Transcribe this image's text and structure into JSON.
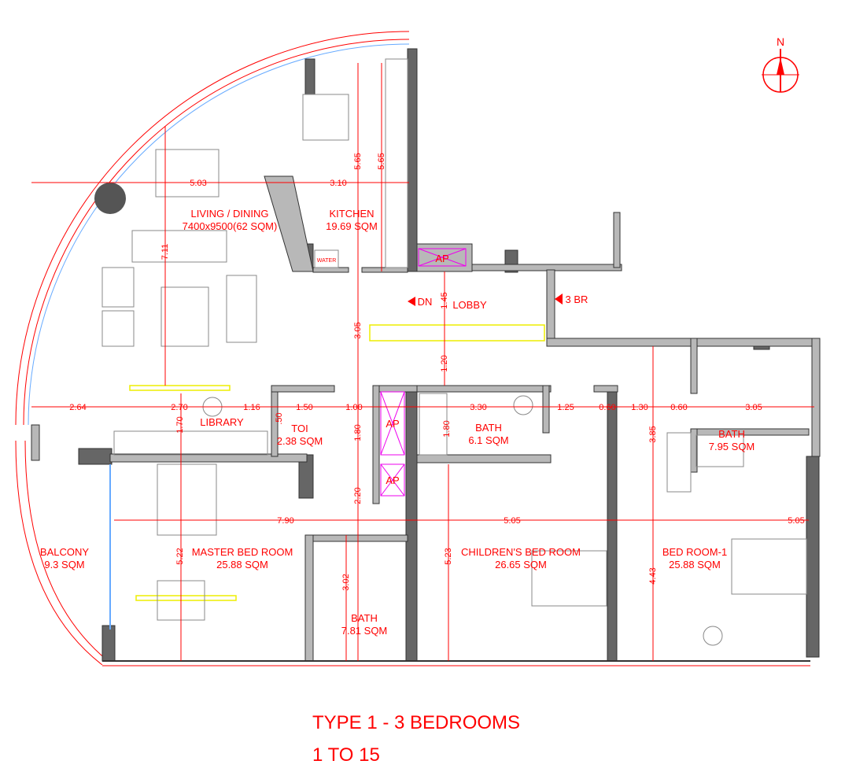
{
  "rooms": [
    {
      "name": "LIVING / DINING",
      "area": "7400x9500(62 SQM)"
    },
    {
      "name": "KITCHEN",
      "area": "19.69 SQM"
    },
    {
      "name": "LIBRARY",
      "area": ""
    },
    {
      "name": "TOI",
      "area": "2.38 SQM"
    },
    {
      "name": "BATH",
      "area": "6.1 SQM"
    },
    {
      "name": "BATH",
      "area": "7.95 SQM"
    },
    {
      "name": "BALCONY",
      "area": "9.3 SQM"
    },
    {
      "name": "MASTER BED ROOM",
      "area": "25.88 SQM"
    },
    {
      "name": "BATH",
      "area": "7.81 SQM"
    },
    {
      "name": "CHILDREN'S BED ROOM",
      "area": "26.65 SQM"
    },
    {
      "name": "BED ROOM-1",
      "area": "25.88 SQM"
    },
    {
      "name": "LOBBY",
      "area": ""
    }
  ],
  "shafts": [
    "AP",
    "AP",
    "AP"
  ],
  "markers": {
    "down": "DN",
    "entry": "3 BR",
    "water": "WATER",
    "north": "N"
  },
  "dimensions": [
    "5.03",
    "3.10",
    "5.65",
    "5.65",
    "7.11",
    "3.05",
    "1.45",
    "1.20",
    "2.64",
    "2.70",
    "1.16",
    "1.50",
    "1.00",
    "1.70",
    ".50",
    "1.80",
    "3.30",
    "1.80",
    "1.25",
    "0.60",
    "1.30",
    "0.60",
    "3.05",
    "3.85",
    "2.20",
    "7.90",
    "5.05",
    "5.05",
    "5.22",
    "5.23",
    "3.02",
    "4.43"
  ],
  "title": {
    "line1": "TYPE 1 - 3 BEDROOMS",
    "line2": "1 TO 15"
  },
  "colors": {
    "annotation": "#ff0000",
    "walls": "#666666",
    "window": "#66aaff",
    "highlight": "#ffff00"
  }
}
